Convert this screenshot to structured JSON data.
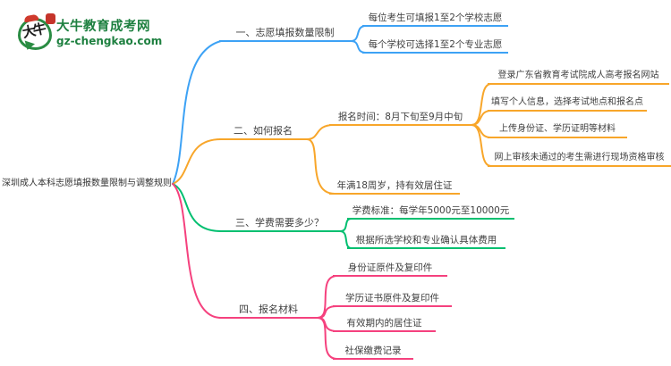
{
  "logo": {
    "icon_text": "大牛",
    "site_name": "大牛教育成考网",
    "site_domain": "gz-chengkao.com"
  },
  "root": {
    "label": "深圳成人本科志愿填报数量限制与调整规则"
  },
  "branches": [
    {
      "label": "一、志愿填报数量限制",
      "color": "#3da2f5",
      "children": [
        {
          "label": "每位考生可填报1至2个学校志愿"
        },
        {
          "label": "每个学校可选择1至2个专业志愿"
        }
      ]
    },
    {
      "label": "二、如何报名",
      "color": "#f8a62a",
      "children": [
        {
          "label": "报名时间：8月下旬至9月中旬",
          "children": [
            {
              "label": "登录广东省教育考试院成人高考报名网站"
            },
            {
              "label": "填写个人信息，选择考试地点和报名点"
            },
            {
              "label": "上传身份证、学历证明等材料"
            },
            {
              "label": "网上审核未通过的考生需进行现场资格审核"
            }
          ]
        },
        {
          "label": "年满18周岁，持有效居住证"
        }
      ]
    },
    {
      "label": "三、学费需要多少？",
      "color": "#00bf70",
      "children": [
        {
          "label": "学费标准：每学年5000元至10000元"
        },
        {
          "label": "根据所选学校和专业确认具体费用"
        }
      ]
    },
    {
      "label": "四、报名材料",
      "color": "#f5417e",
      "children": [
        {
          "label": "身份证原件及复印件"
        },
        {
          "label": "学历证书原件及复印件"
        },
        {
          "label": "有效期内的居住证"
        },
        {
          "label": "社保缴费记录"
        }
      ]
    }
  ],
  "colors": {
    "branch_1": "#3da2f5",
    "branch_2": "#f8a62a",
    "branch_3": "#00bf70",
    "branch_4": "#f5417e",
    "logo_green": "#1e8040",
    "seal_red": "#c5342b",
    "node_text": "#3f3f3f"
  }
}
